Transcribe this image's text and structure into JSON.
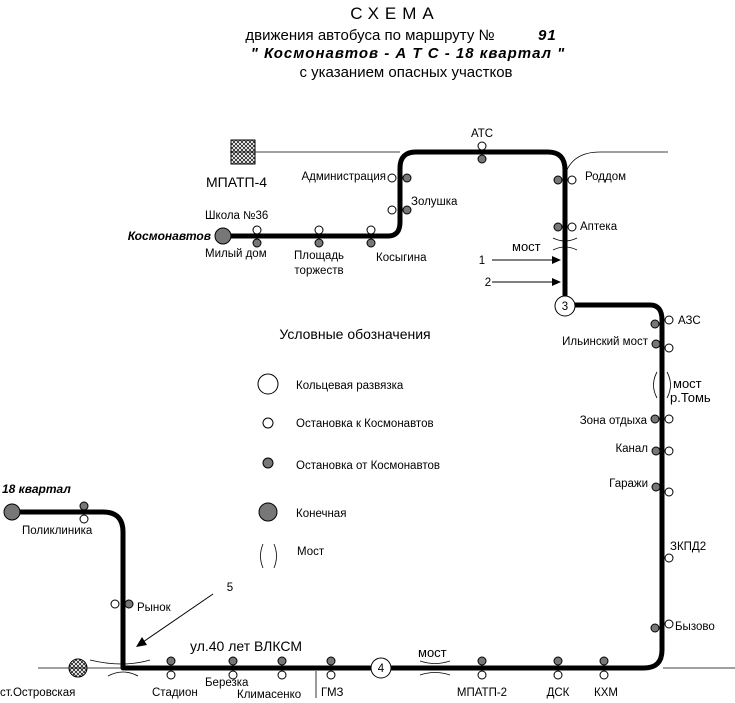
{
  "header": {
    "line1": "СХЕМА",
    "line2_prefix": "движения автобуса по маршруту №",
    "route_number": "91",
    "line3": "\" Космонавтов - А Т С - 18 квартал \"",
    "line4": "с указанием опасных участков"
  },
  "labels": {
    "atc": "АТС",
    "mpatp4": "МПАТП-4",
    "administration": "Администрация",
    "roddom": "Роддом",
    "zolushka": "Золушка",
    "apteka": "Аптека",
    "school36": "Школа №36",
    "kosmonavtov": "Космонавтов",
    "milyi_dom": "Милый дом",
    "ploshad_1": "Площадь",
    "ploshad_2": "торжеств",
    "kosygina": "Косыгина",
    "most_top": "мост",
    "marker_1": "1",
    "marker_2": "2",
    "ring_3": "3",
    "azs": "АЗС",
    "ilyinsky": "Ильинский мост",
    "most_right_1": "мост",
    "most_right_2": "р.Томь",
    "zona": "Зона отдыха",
    "kanal": "Канал",
    "garazhi": "Гаражи",
    "zkpd2": "ЗКПД2",
    "byzovo": "Бызово",
    "kvartal18": "18 квартал",
    "poliklinika": "Поликлиника",
    "rynok": "Рынок",
    "marker_5": "5",
    "street": "ул.40 лет ВЛКСМ",
    "ring_4": "4",
    "most_bottom": "мост",
    "st_ostrovskaya": "ст.Островская",
    "stadion": "Стадион",
    "berezka": "Березка",
    "klimasenko": "Климасенко",
    "gmz": "ГМЗ",
    "mpatp2": "МПАТП-2",
    "dsk": "ДСК",
    "khm": "КХМ"
  },
  "legend": {
    "title": "Условные обозначения",
    "ring": "Кольцевая развязка",
    "stop_to": "Остановка к Космонавтов",
    "stop_from": "Остановка от Космонавтов",
    "terminal": "Конечная",
    "bridge": "Мост"
  },
  "colors": {
    "route": "#000000",
    "stop_to": "#ffffff",
    "stop_from": "#777777",
    "terminal": "#777777"
  }
}
